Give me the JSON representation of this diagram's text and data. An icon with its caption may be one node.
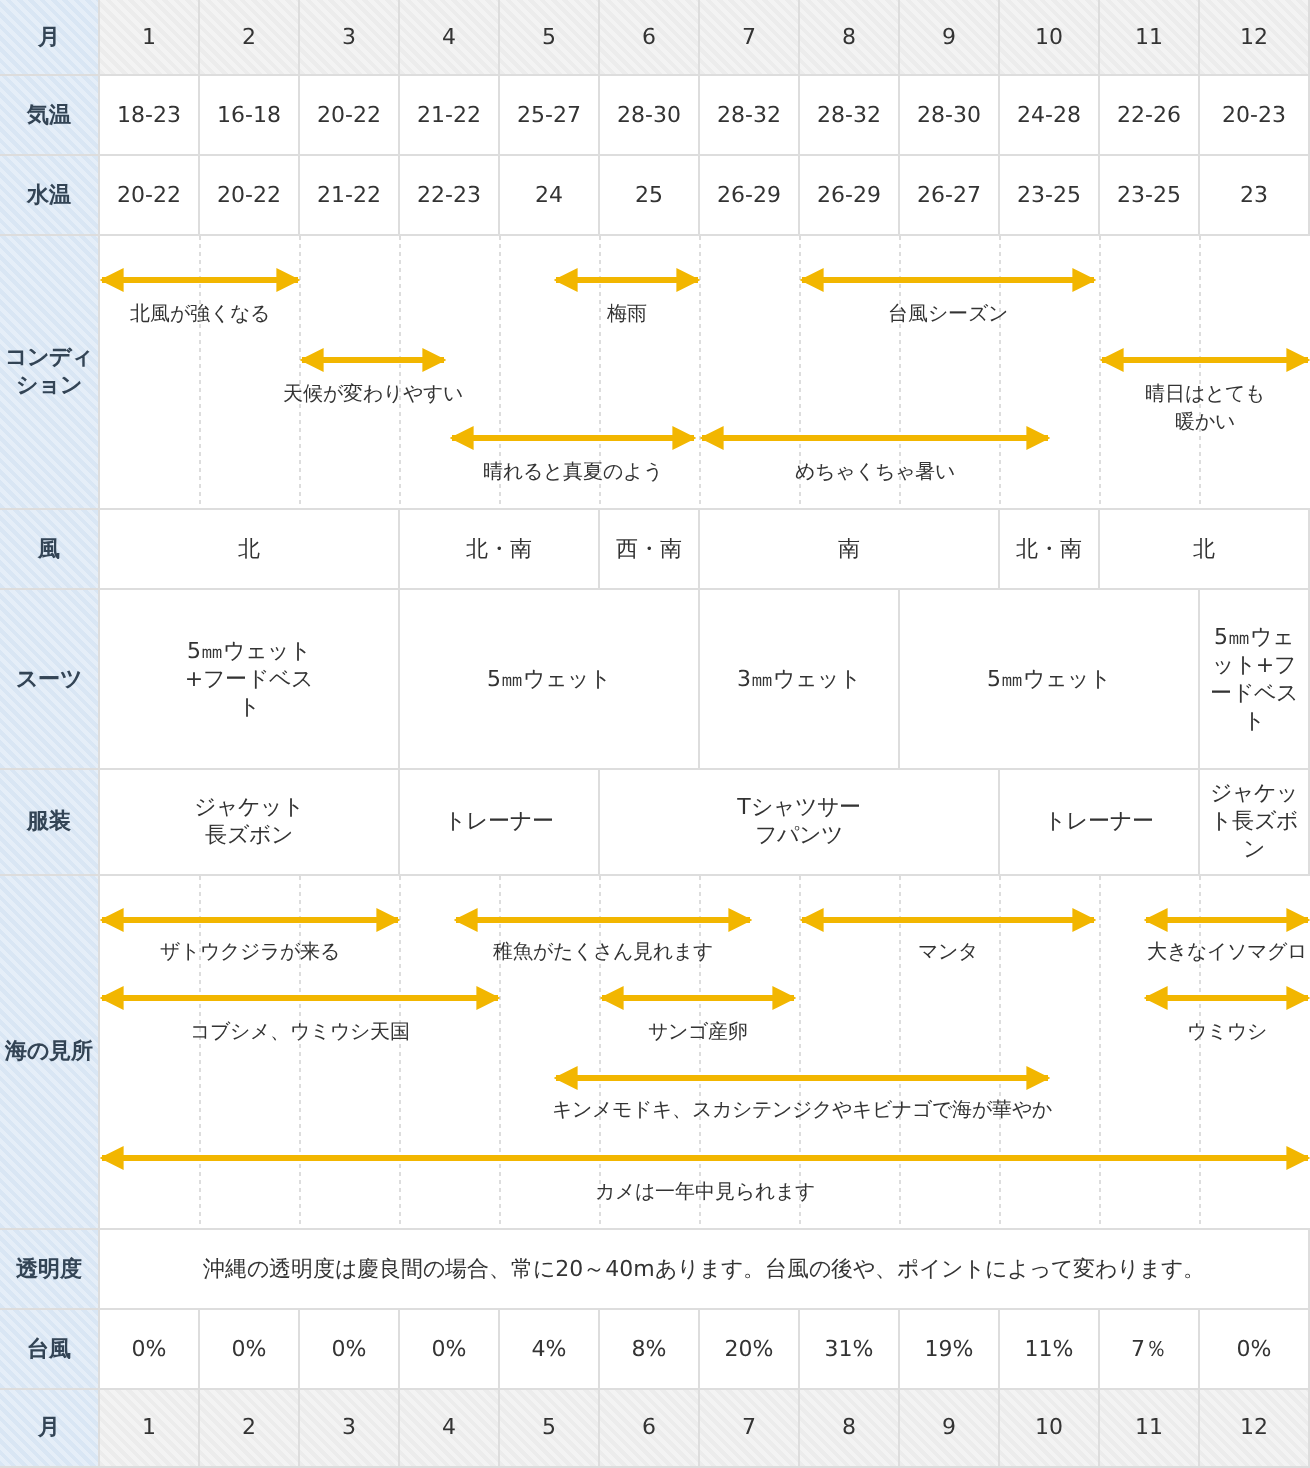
{
  "diagram": {
    "labels": [
      "月",
      "1",
      "2",
      "3",
      "4",
      "5",
      "6",
      "7",
      "8",
      "9",
      "10",
      "11",
      "12",
      "気温",
      "18-23",
      "16-18",
      "20-22",
      "21-22",
      "25-27",
      "28-30",
      "28-32",
      "28-32",
      "28-30",
      "24-28",
      "22-26",
      "20-23",
      "水温",
      "20-22",
      "20-22",
      "21-22",
      "22-23",
      "24",
      "25",
      "26-29",
      "26-29",
      "26-27",
      "23-25",
      "23-25",
      "23",
      "コンディション",
      "北風が強くなる",
      "梅雨",
      "台風シーズン",
      "天候が変わりやすい",
      "晴日はとても暖かい",
      "晴れると真夏のよう",
      "めちゃくちゃ暑い",
      "風",
      "北",
      "北・南",
      "西・南",
      "南",
      "北・南",
      "北",
      "スーツ",
      "5㎜ウェット+フードベスト",
      "5㎜ウェット",
      "3㎜ウェット",
      "5㎜ウェット",
      "5㎜ウェット+フードベスト",
      "服装",
      "ジャケット長ズボン",
      "トレーナー",
      "Tシャツサーフパンツ",
      "トレーナー",
      "ジャケット長ズボン",
      "海の見所",
      "ザトウクジラが来る",
      "稚魚がたくさん見れます",
      "マンタ",
      "大きなイソマグロ",
      "コブシメ、ウミウシ天国",
      "サンゴ産卵",
      "ウミウシ",
      "キンメモドキ、スカシテンジクやキビナゴで海が華やか",
      "カメは一年中見られます",
      "透明度",
      "沖縄の透明度は慶良間の場合、常に20～40mあります。台風の後や、ポイントによって変わります。",
      "台風",
      "0%",
      "0%",
      "0%",
      "0%",
      "4%",
      "8%",
      "20%",
      "31%",
      "19%",
      "11%",
      "7％",
      "0%",
      "月",
      "1",
      "2",
      "3",
      "4",
      "5",
      "6",
      "7",
      "8",
      "9",
      "10",
      "11",
      "12"
    ]
  }
}
